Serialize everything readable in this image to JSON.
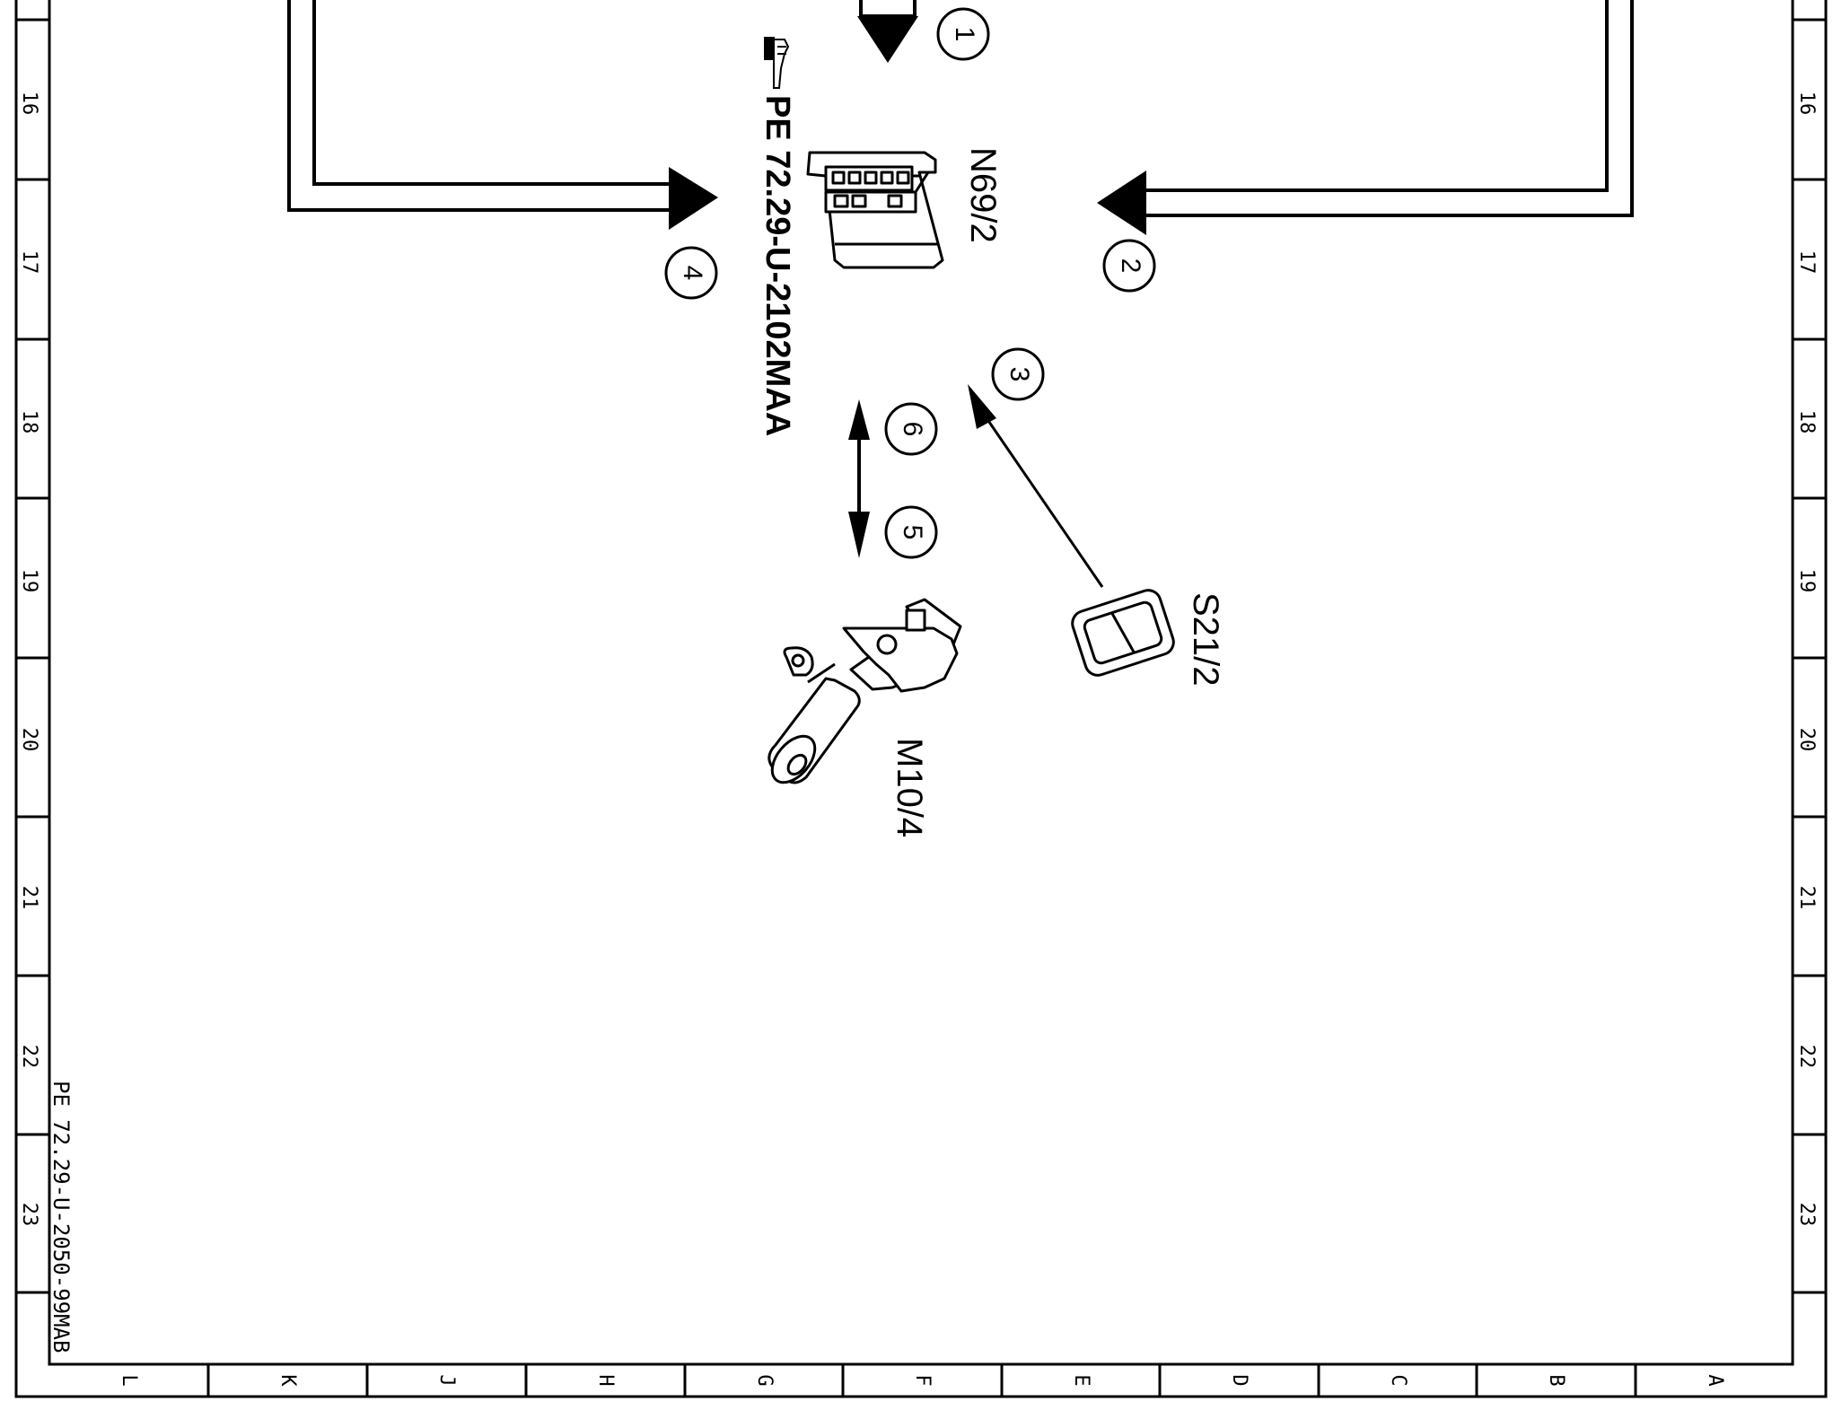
{
  "frame": {
    "row_labels": [
      "16",
      "17",
      "18",
      "19",
      "20",
      "21",
      "22",
      "23"
    ],
    "col_labels": [
      "L",
      "K",
      "J",
      "H",
      "G",
      "F",
      "E",
      "D",
      "C",
      "B",
      "A"
    ]
  },
  "components": {
    "control_unit": {
      "label": "N69/2"
    },
    "window_motor": {
      "label": "M10/4"
    },
    "switch": {
      "label": "S21/2"
    }
  },
  "references": {
    "top_reference": "PE 72.29-U-2102MAA",
    "footer_reference": "PE 72.29-U-2050-99MAB"
  },
  "callouts": [
    "1",
    "2",
    "3",
    "4",
    "5",
    "6"
  ]
}
